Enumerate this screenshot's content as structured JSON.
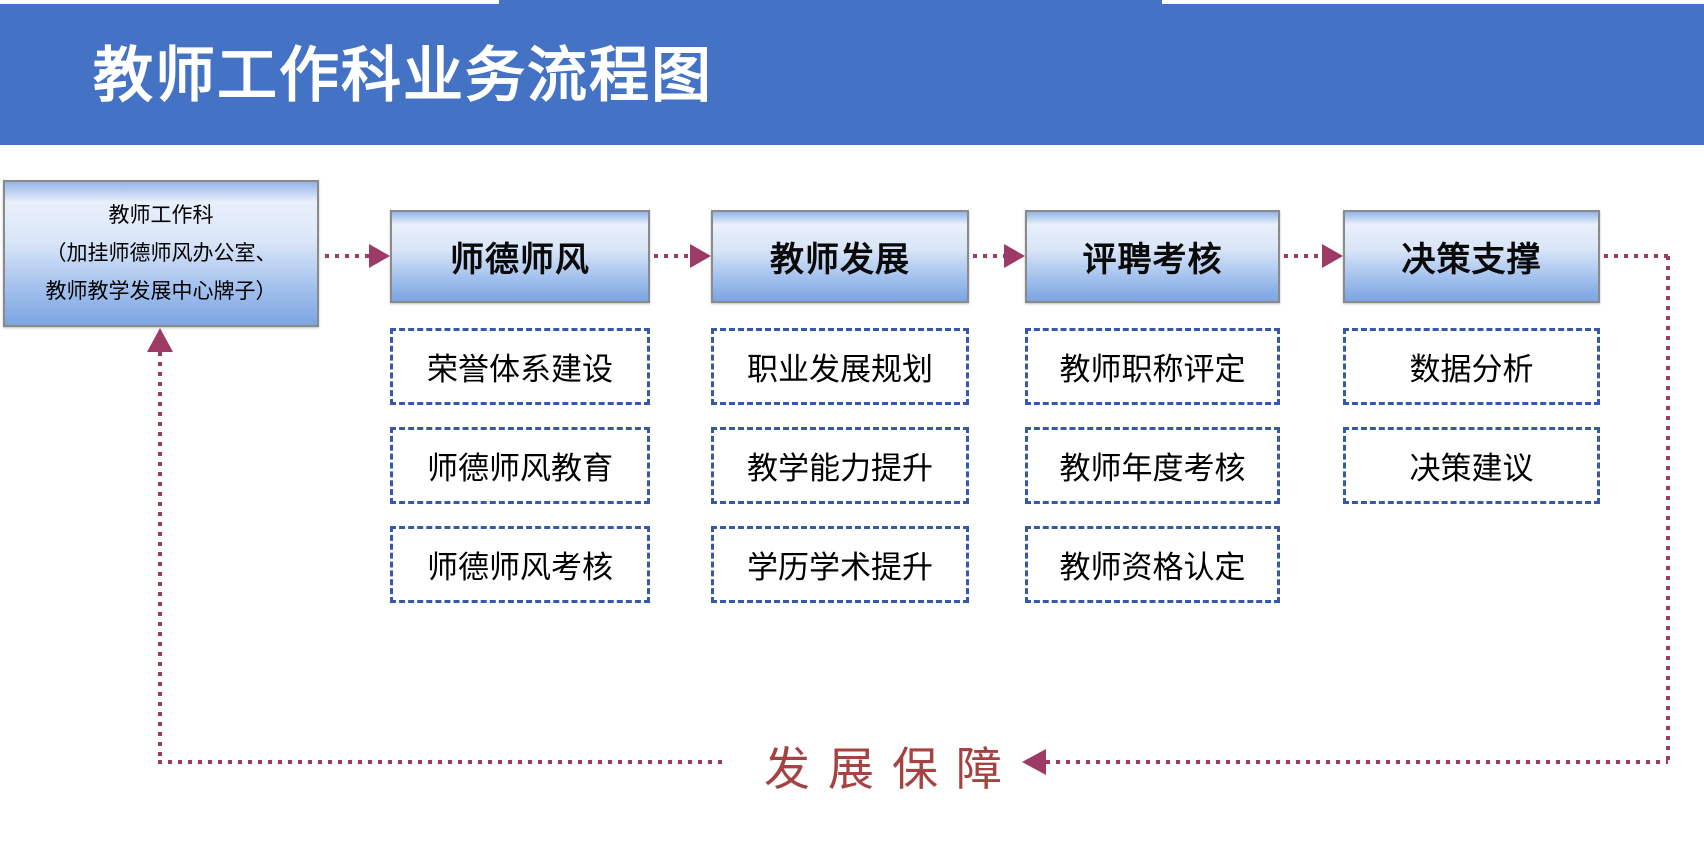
{
  "title": "教师工作科业务流程图",
  "source_box": {
    "lines": [
      "教师工作科",
      "（加挂师德师风办公室、",
      "教师教学发展中心牌子）"
    ]
  },
  "columns": [
    {
      "header": "师德师风",
      "items": [
        "荣誉体系建设",
        "师德师风教育",
        "师德师风考核"
      ]
    },
    {
      "header": "教师发展",
      "items": [
        "职业发展规划",
        "教学能力提升",
        "学历学术提升"
      ]
    },
    {
      "header": "评聘考核",
      "items": [
        "教师职称评定",
        "教师年度考核",
        "教师资格认定"
      ]
    },
    {
      "header": "决策支撑",
      "items": [
        "数据分析",
        "决策建议"
      ]
    }
  ],
  "feedback_label": "发展保障",
  "colors": {
    "header_blue": "#4472C4",
    "box_gradient_top": "#93b4e7",
    "box_gradient_bottom": "#7ba5e2",
    "box_border_gray": "#8a8a8a",
    "dashed_border_blue": "#3558a8",
    "flow_line_magenta": "#9e3a66",
    "feedback_text_red": "#a54343",
    "title_text": "#ffffff",
    "body_text": "#000000"
  }
}
